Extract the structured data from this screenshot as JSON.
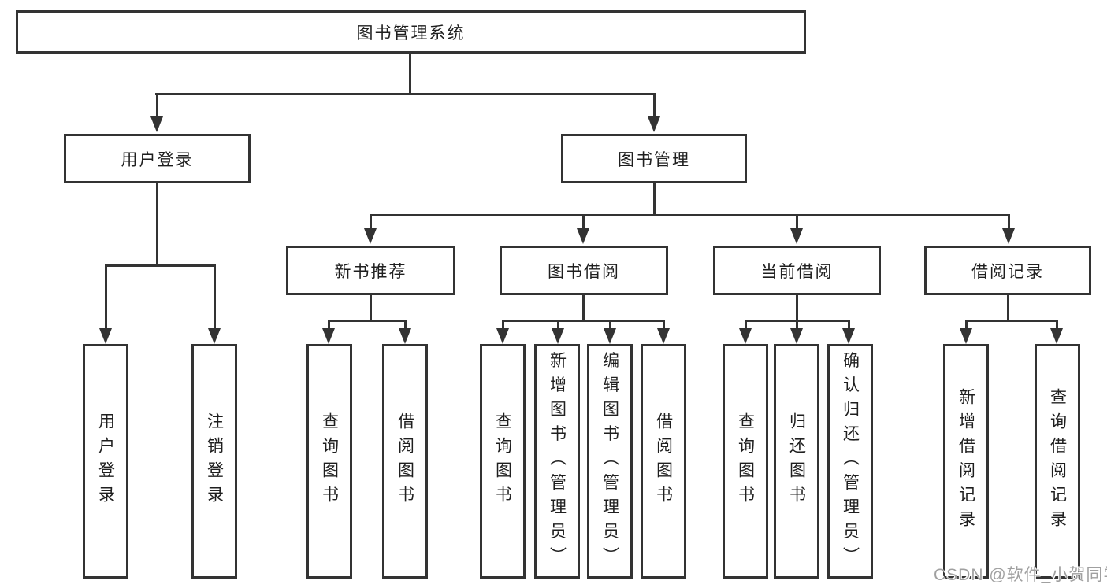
{
  "diagram": {
    "title": "图书管理系统",
    "branches": [
      {
        "label": "用户登录",
        "children": [
          {
            "label": "用户登录"
          },
          {
            "label": "注销登录"
          }
        ]
      },
      {
        "label": "图书管理",
        "sections": [
          {
            "label": "新书推荐",
            "children": [
              {
                "label": "查询图书"
              },
              {
                "label": "借阅图书"
              }
            ]
          },
          {
            "label": "图书借阅",
            "children": [
              {
                "label": "查询图书"
              },
              {
                "label": "新增图书（管理员）"
              },
              {
                "label": "编辑图书（管理员）"
              },
              {
                "label": "借阅图书"
              }
            ]
          },
          {
            "label": "当前借阅",
            "children": [
              {
                "label": "查询图书"
              },
              {
                "label": "归还图书"
              },
              {
                "label": "确认归还（管理员）"
              }
            ]
          },
          {
            "label": "借阅记录",
            "children": [
              {
                "label": "新增借阅记录"
              },
              {
                "label": "查询借阅记录"
              }
            ]
          }
        ]
      }
    ]
  },
  "watermark": {
    "text": "CSDN @软件_小贺同学"
  },
  "colors": {
    "line": "#333333",
    "box_border": "#333333",
    "text": "#1f1f1f",
    "background": "#ffffff",
    "watermark": "#a0a0a0"
  }
}
